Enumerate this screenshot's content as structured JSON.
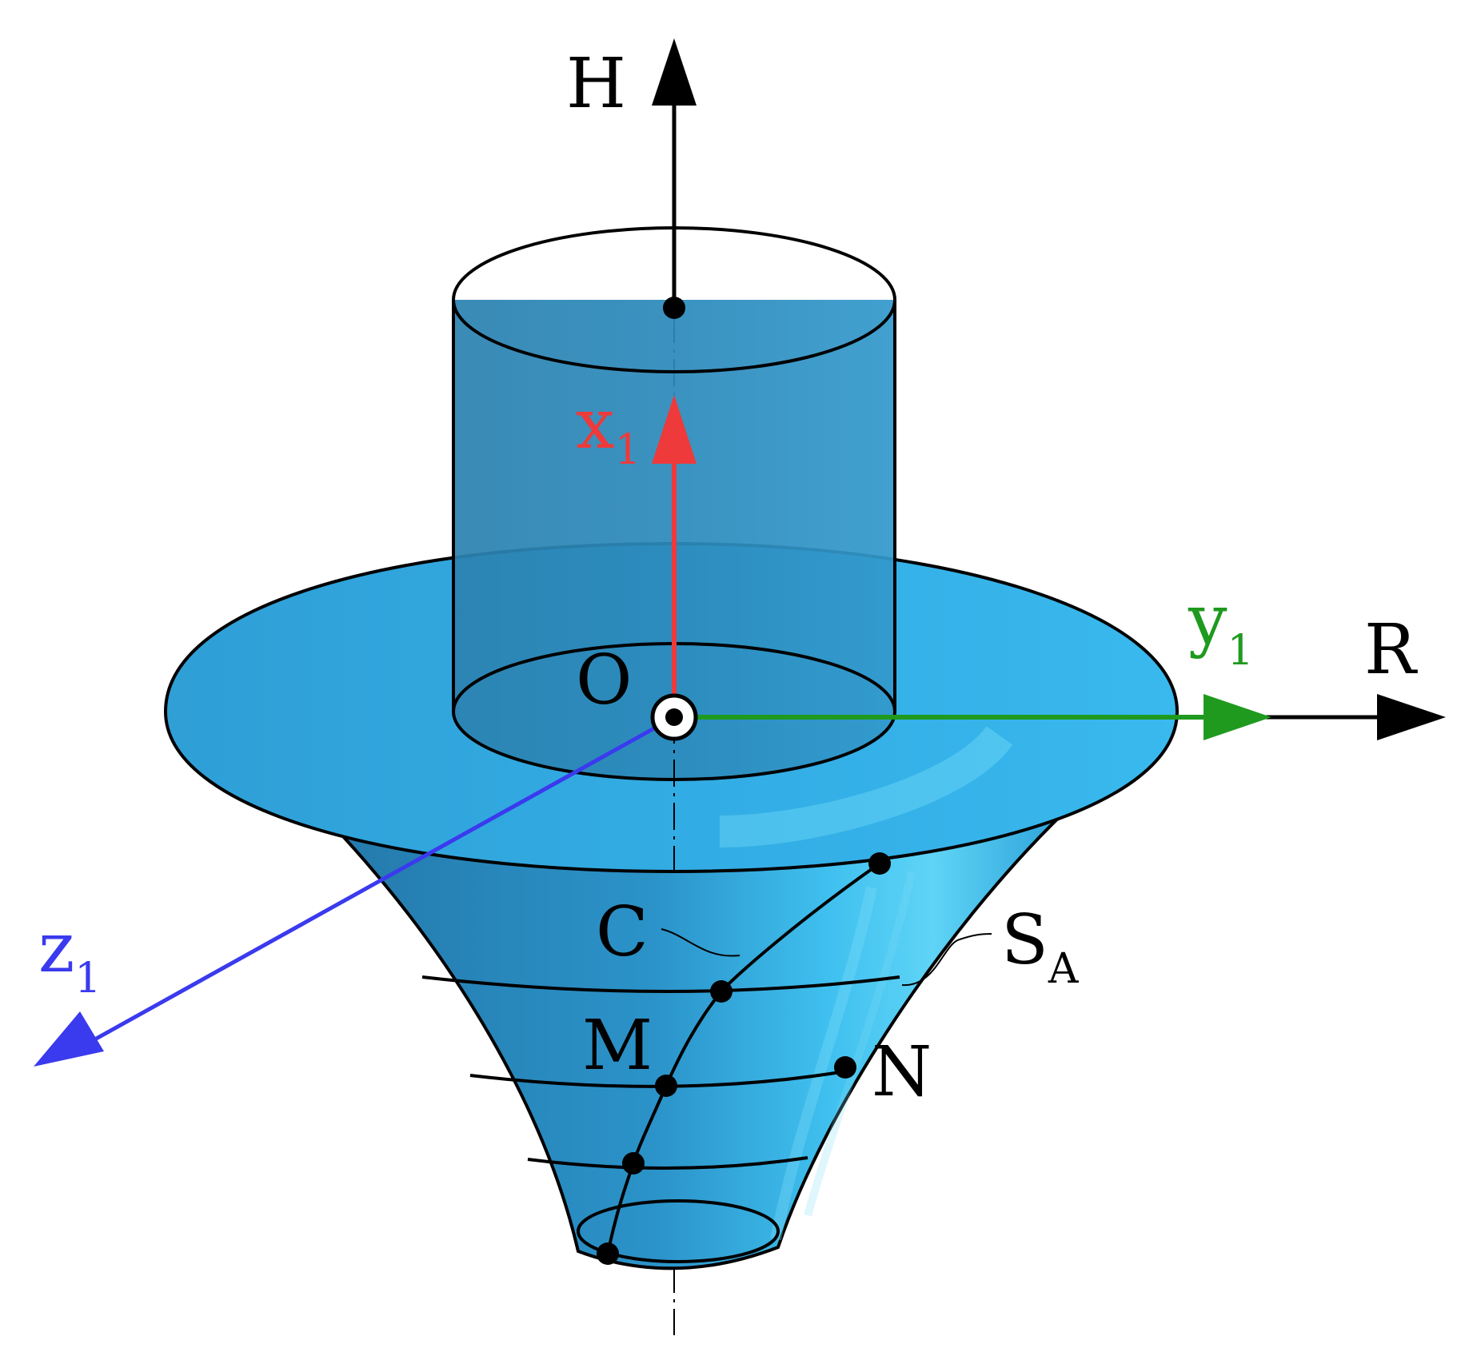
{
  "labels": {
    "H": "H",
    "R": "R",
    "O": "O",
    "C": "C",
    "M": "M",
    "N": "N",
    "x_main": "x",
    "x_sub": "1",
    "y_main": "y",
    "y_sub": "1",
    "z_main": "z",
    "z_sub": "1",
    "S_main": "S",
    "S_sub": "A"
  },
  "colors": {
    "surface_light": "#33b5ec",
    "surface_mid": "#2a9fd8",
    "surface_dark": "#2180b4",
    "cylinder": "#2a86b6",
    "axis_x": "#ee3a3a",
    "axis_y": "#1f9a1f",
    "axis_z": "#3a3aee",
    "outline": "#000000"
  },
  "icons": {
    "origin": "origin-marker-icon",
    "arrow": "arrowhead-icon"
  }
}
